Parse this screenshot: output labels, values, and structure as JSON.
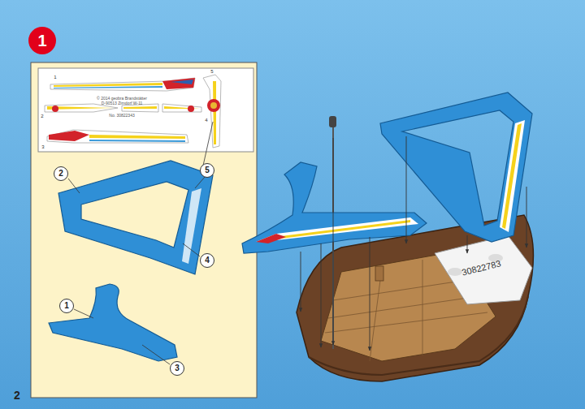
{
  "diagram": {
    "nodes": [
      {
        "text": [
          "1"
        ]
      },
      {
        "text": [
          "2"
        ]
      },
      {
        "text": [
          "5"
        ]
      },
      {
        "text": [
          "4"
        ]
      },
      {
        "text": [
          "1"
        ]
      },
      {
        "text": [
          "3"
        ]
      }
    ],
    "labels": [
      "1",
      "2",
      "3",
      "4",
      "5",
      "© 2014 geobra Brandstätter",
      "D-90513 Zirndorf  W-11",
      "No. 30822343",
      "30822783",
      "2"
    ]
  }
}
